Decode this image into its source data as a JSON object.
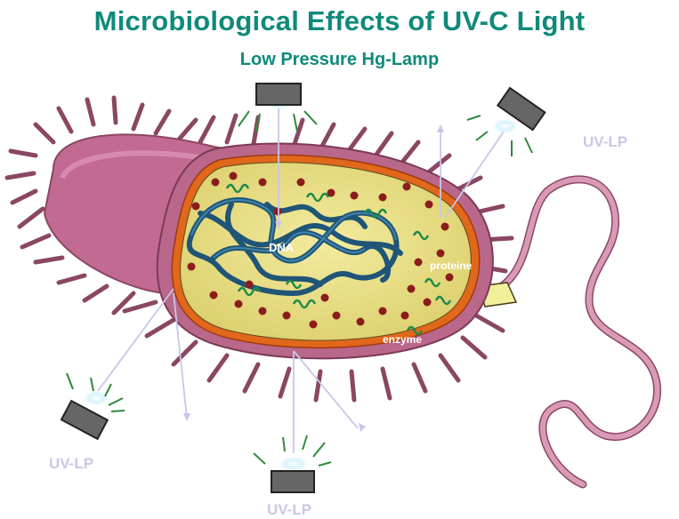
{
  "title": "Microbiological Effects of UV-C Light",
  "subtitle": "Low Pressure Hg-Lamp",
  "lamps": [
    {
      "id": "top",
      "label": ""
    },
    {
      "id": "right",
      "label": "UV-LP"
    },
    {
      "id": "left",
      "label": "UV-LP"
    },
    {
      "id": "bottom",
      "label": "UV-LP"
    }
  ],
  "cell_labels": {
    "dna": "DNA",
    "protein": "proteine",
    "enzyme": "enzyme"
  },
  "colors": {
    "title": "#0f8a7a",
    "lamp_label": "#c9c7e6",
    "cell_wall": "#b9678a",
    "cytoplasm": "#e9e08a",
    "dna": "#1f5577",
    "ribosome": "#8b1c1c",
    "protein": "#1f8a4a",
    "uv_ray": "#c9c6ea"
  }
}
